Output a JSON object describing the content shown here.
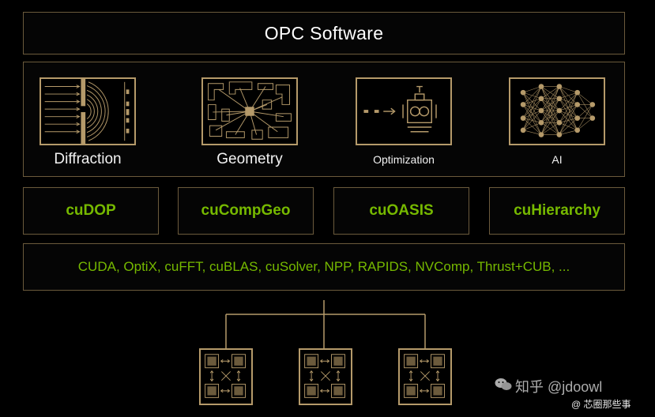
{
  "title": "OPC Software",
  "panels": [
    {
      "label": "Diffraction"
    },
    {
      "label": "Geometry"
    },
    {
      "label": "Optimization"
    },
    {
      "label": "AI"
    }
  ],
  "libraries": [
    "cuDOP",
    "cuCompGeo",
    "cuOASIS",
    "cuHierarchy"
  ],
  "stack_text": "CUDA, OptiX, cuFFT, cuBLAS, cuSolver, NPP, RAPIDS, NVComp, Thrust+CUB, ...",
  "watermark": {
    "line1": "知乎 @jdoowl",
    "line2": "@ 芯圈那些事"
  },
  "colors": {
    "accent_green": "#76b900",
    "gold_line": "#b59a6a",
    "box_border": "#6b5a3c"
  }
}
